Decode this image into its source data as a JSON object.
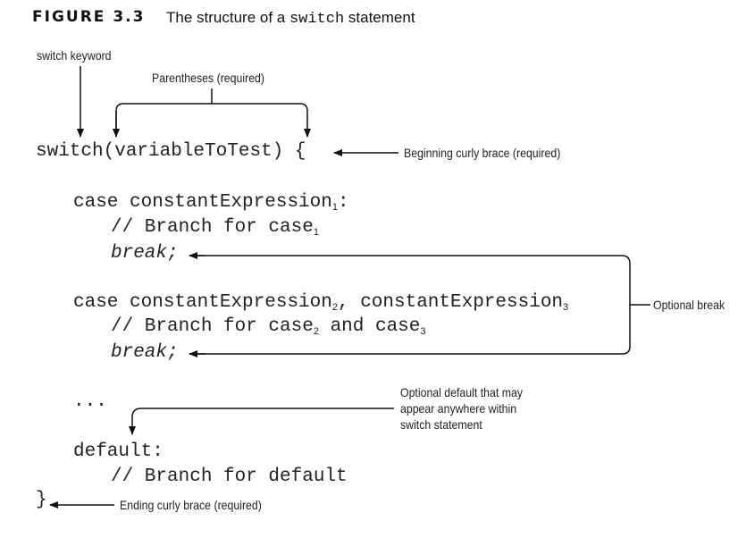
{
  "figure": {
    "number": "FIGURE 3.3",
    "title_pre": "The structure of a ",
    "title_code": "switch",
    "title_post": " statement"
  },
  "annotations": {
    "switch_keyword": "switch keyword",
    "parentheses": "Parentheses (required)",
    "beginning_brace": "Beginning curly brace (required)",
    "optional_break": "Optional break",
    "optional_default_1": "Optional default that may",
    "optional_default_2": "appear anywhere within",
    "optional_default_3": "switch statement",
    "ending_brace": "Ending curly brace (required)"
  },
  "code": {
    "switch_line": "switch(variableToTest) {",
    "case1_prefix": "case constantExpression",
    "case1_sub": "1",
    "case1_suffix": ":",
    "comment1_prefix": "// Branch for case",
    "comment1_sub": "1",
    "break1": "break;",
    "case2_prefix": "case constantExpression",
    "case2_sub_a": "2",
    "case2_mid": ", constantExpression",
    "case2_sub_b": "3",
    "comment2_prefix": "// Branch for case",
    "comment2_sub_a": "2",
    "comment2_mid": " and case",
    "comment2_sub_b": "3",
    "break2": "break;",
    "ellipsis": "...",
    "default_line": "default:",
    "comment3": "// Branch for default",
    "closing_brace": "}"
  }
}
